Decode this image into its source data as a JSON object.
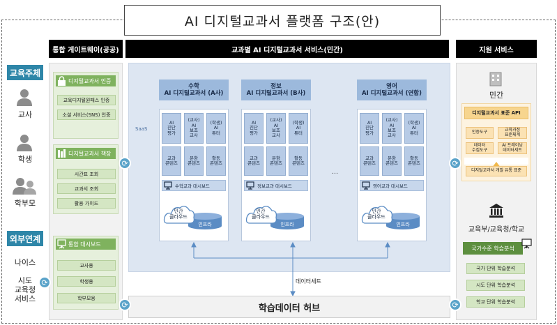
{
  "title": "AI 디지털교과서 플랫폼 구조(안)",
  "headers": {
    "gateway": "통합 게이트웨이(공공)",
    "services": "교과별 AI 디지털교과서 서비스(민간)",
    "support": "지원 서비스"
  },
  "left": {
    "education_subjects": "교육주체",
    "teacher": "교사",
    "student": "학생",
    "parent": "학부모",
    "external": "외부연계",
    "neis": "나이스",
    "province_service": "시도\n교육청\n서비스"
  },
  "gateway": {
    "auth": {
      "title": "디지털교과서 인증",
      "items": [
        "교육디지털원패스 인증",
        "소셜 서비스(SNS) 인증"
      ]
    },
    "shelf": {
      "title": "디지털교과서 책장",
      "items": [
        "시간표 조회",
        "교과서 조회",
        "활용 가이드"
      ]
    },
    "dashboard": {
      "title": "통합 대시보드",
      "items": [
        "교사용",
        "학생용",
        "학부모용"
      ]
    }
  },
  "saas_label": "SaaS",
  "ellipsis": "…",
  "services": [
    {
      "title_line1": "수학",
      "title_line2": "AI 디지털교과서 (A사)",
      "modules": [
        "AI\n진단\n평가",
        "(교사)\nAI\n보조\n교사",
        "(학생)\nAI\n튜터",
        "교과\n콘텐츠",
        "문항\n콘텐츠",
        "활동\n콘텐츠"
      ],
      "dashboard": "수학교과 대시보드",
      "cloud": "민간\n클라우드",
      "infra": "인프라"
    },
    {
      "title_line1": "정보",
      "title_line2": "AI 디지털교과서 (B사)",
      "modules": [
        "AI\n진단\n평가",
        "(교사)\nAI\n보조\n교사",
        "(학생)\nAI\n튜터",
        "교과\n콘텐츠",
        "문항\n콘텐츠",
        "활동\n콘텐츠"
      ],
      "dashboard": "정보교과 대시보드",
      "cloud": "민간\n클라우드",
      "infra": "인프라"
    },
    {
      "title_line1": "영어",
      "title_line2": "AI 디지털교과서 (연합)",
      "modules": [
        "AI\n진단\n평가",
        "(교사)\nAI\n보조\n교사",
        "(학생)\nAI\n튜터",
        "교과\n콘텐츠",
        "문항\n콘텐츠",
        "활동\n콘텐츠"
      ],
      "dashboard": "영어교과 대시보드",
      "cloud": "민간\n클라우드",
      "infra": "인프라"
    }
  ],
  "dataset_label": "데이터세트",
  "hub_label": "학습데이터 허브",
  "support": {
    "private": "민간",
    "api_title": "디지털교과서 표준 API",
    "api_items": [
      "인증도구",
      "교육과정\n표준체계",
      "데이터\n수집도구",
      "AI 트레이닝\n데이터세트"
    ],
    "api_footer": "디지털교과서 개발 유통 표준",
    "gov": "교육부/교육청/학교",
    "analysis_title": "국가수준 학습분석",
    "analysis_items": [
      "국가 단위 학습분석",
      "시도 단위 학습분석",
      "학교 단위 학습분석"
    ]
  },
  "colors": {
    "tag_blue": "#2e86a8",
    "header_black": "#000000",
    "green": "#7fb25e",
    "service_blue": "#9cb9dc",
    "support_orange": "#f7d58e"
  }
}
